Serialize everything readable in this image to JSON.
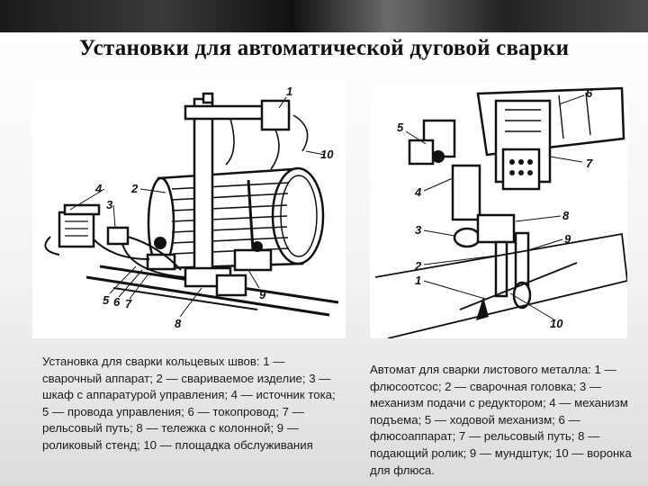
{
  "slide": {
    "title": "Установки для автоматической дуговой сварки"
  },
  "left_figure": {
    "labels": [
      "4",
      "3",
      "2",
      "1",
      "10",
      "5",
      "6",
      "7",
      "8",
      "9"
    ],
    "caption": "Установка для сварки кольцевых швов: 1 — сварочный аппарат; 2 — свариваемое изделие; 3 — шкаф с аппаратурой управления; 4 — источник тока; 5 — провода управления; 6 — токопровод; 7 — рельсовый путь; 8 — тележка с колонной; 9 — роликовый стенд; 10 — площадка обслуживания"
  },
  "right_figure": {
    "labels": [
      "6",
      "5",
      "7",
      "4",
      "8",
      "3",
      "9",
      "2",
      "1",
      "10"
    ],
    "caption": "Автомат для сварки листового металла: 1 — флюсоотсос; 2 — сварочная головка; 3 — механизм подачи с редуктором; 4 — механизм подъема; 5 — ходовой механизм; 6 — флюсоаппарат; 7 — рельсовый путь; 8 — подающий ролик; 9 — мундштук; 10 — воронка для флюса."
  }
}
